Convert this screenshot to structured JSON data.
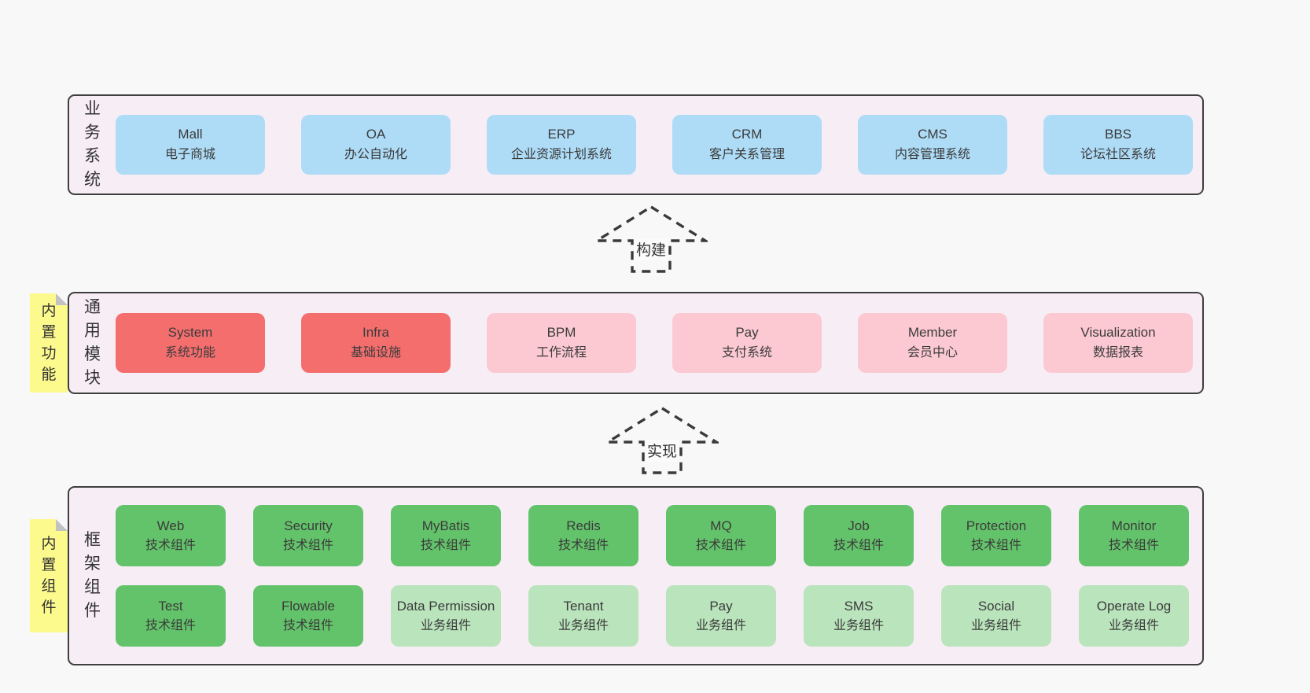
{
  "colors": {
    "page_background": "#f8f8f8",
    "layer_background": "#f7edf5",
    "layer_border": "#3f3f3f",
    "box_blue": "#aedcf7",
    "box_red": "#f56e6e",
    "box_pink": "#fcc9d3",
    "box_green": "#63c36a",
    "box_light_green": "#bae4bc",
    "tag_yellow": "#fcfa8d",
    "tag_fold_gray": "#c2c2c2",
    "text": "#3b3b3b"
  },
  "layers": [
    {
      "id": "business-systems",
      "side_label": "业务系统",
      "boxes": [
        {
          "title": "Mall",
          "subtitle": "电子商城",
          "variant": "blue"
        },
        {
          "title": "OA",
          "subtitle": "办公自动化",
          "variant": "blue"
        },
        {
          "title": "ERP",
          "subtitle": "企业资源计划系统",
          "variant": "blue"
        },
        {
          "title": "CRM",
          "subtitle": "客户关系管理",
          "variant": "blue"
        },
        {
          "title": "CMS",
          "subtitle": "内容管理系统",
          "variant": "blue"
        },
        {
          "title": "BBS",
          "subtitle": "论坛社区系统",
          "variant": "blue"
        }
      ]
    },
    {
      "id": "common-modules",
      "tag": "内置功能",
      "side_label": "通用模块",
      "boxes": [
        {
          "title": "System",
          "subtitle": "系统功能",
          "variant": "red"
        },
        {
          "title": "Infra",
          "subtitle": "基础设施",
          "variant": "red"
        },
        {
          "title": "BPM",
          "subtitle": "工作流程",
          "variant": "pink"
        },
        {
          "title": "Pay",
          "subtitle": "支付系统",
          "variant": "pink"
        },
        {
          "title": "Member",
          "subtitle": "会员中心",
          "variant": "pink"
        },
        {
          "title": "Visualization",
          "subtitle": "数据报表",
          "variant": "pink"
        }
      ]
    },
    {
      "id": "framework-components",
      "tag": "内置组件",
      "side_label": "框架组件",
      "rows": [
        [
          {
            "title": "Web",
            "subtitle": "技术组件",
            "variant": "green"
          },
          {
            "title": "Security",
            "subtitle": "技术组件",
            "variant": "green"
          },
          {
            "title": "MyBatis",
            "subtitle": "技术组件",
            "variant": "green"
          },
          {
            "title": "Redis",
            "subtitle": "技术组件",
            "variant": "green"
          },
          {
            "title": "MQ",
            "subtitle": "技术组件",
            "variant": "green"
          },
          {
            "title": "Job",
            "subtitle": "技术组件",
            "variant": "green"
          },
          {
            "title": "Protection",
            "subtitle": "技术组件",
            "variant": "green"
          },
          {
            "title": "Monitor",
            "subtitle": "技术组件",
            "variant": "green"
          }
        ],
        [
          {
            "title": "Test",
            "subtitle": "技术组件",
            "variant": "green"
          },
          {
            "title": "Flowable",
            "subtitle": "技术组件",
            "variant": "green"
          },
          {
            "title": "Data Permission",
            "subtitle": "业务组件",
            "variant": "lightgreen"
          },
          {
            "title": "Tenant",
            "subtitle": "业务组件",
            "variant": "lightgreen"
          },
          {
            "title": "Pay",
            "subtitle": "业务组件",
            "variant": "lightgreen"
          },
          {
            "title": "SMS",
            "subtitle": "业务组件",
            "variant": "lightgreen"
          },
          {
            "title": "Social",
            "subtitle": "业务组件",
            "variant": "lightgreen"
          },
          {
            "title": "Operate Log",
            "subtitle": "业务组件",
            "variant": "lightgreen"
          }
        ]
      ]
    }
  ],
  "arrows": [
    {
      "label": "构建"
    },
    {
      "label": "实现"
    }
  ]
}
